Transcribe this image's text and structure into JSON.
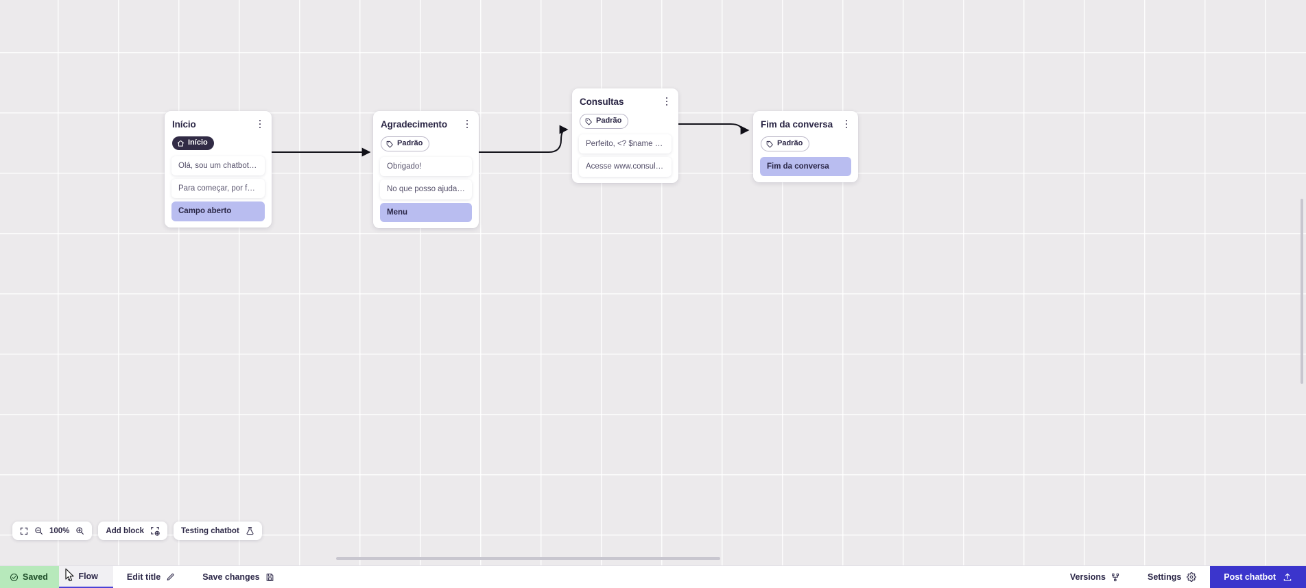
{
  "canvas": {
    "zoom_level": "100%",
    "nodes": [
      {
        "id": "inicio",
        "title": "Início",
        "badge": {
          "label": "Início",
          "icon": "home-icon",
          "style": "start"
        },
        "messages": [
          {
            "text": "Olá, sou um chatbot de teste!",
            "style": "plain"
          },
          {
            "text": "Para começar, por favor digite o ...",
            "style": "plain"
          },
          {
            "text": "Campo aberto",
            "style": "accent"
          }
        ]
      },
      {
        "id": "agradecimento",
        "title": "Agradecimento",
        "badge": {
          "label": "Padrão",
          "icon": "tag-icon",
          "style": "default"
        },
        "messages": [
          {
            "text": "Obrigado!",
            "style": "plain"
          },
          {
            "text": "No que posso ajudar, <? $name ...",
            "style": "plain"
          },
          {
            "text": "Menu",
            "style": "accent"
          }
        ]
      },
      {
        "id": "consultas",
        "title": "Consultas",
        "badge": {
          "label": "Padrão",
          "icon": "tag-icon",
          "style": "default"
        },
        "messages": [
          {
            "text": "Perfeito, <? $name ?>!",
            "style": "plain"
          },
          {
            "text": "Acesse www.consultas.com par...",
            "style": "plain"
          }
        ]
      },
      {
        "id": "fim",
        "title": "Fim da conversa",
        "badge": {
          "label": "Padrão",
          "icon": "tag-icon",
          "style": "default"
        },
        "messages": [
          {
            "text": "Fim da conversa",
            "style": "accent"
          }
        ]
      }
    ]
  },
  "toolbar": {
    "fit_icon": "fit-screen-icon",
    "zoom_out_icon": "zoom-out-icon",
    "zoom_level": "100%",
    "zoom_in_icon": "zoom-in-icon",
    "add_block_label": "Add block",
    "add_block_icon": "add-block-icon",
    "testing_label": "Testing chatbot",
    "testing_icon": "flask-icon"
  },
  "bottom_bar": {
    "saved_label": "Saved",
    "saved_icon": "check-circle-icon",
    "flow_tab_label": "Flow",
    "flow_tab_menu_icon": "kebab-icon",
    "edit_title_label": "Edit title",
    "edit_title_icon": "pencil-icon",
    "save_changes_label": "Save changes",
    "save_changes_icon": "floppy-disk-icon",
    "versions_label": "Versions",
    "versions_icon": "branch-icon",
    "settings_label": "Settings",
    "settings_icon": "gear-icon",
    "post_label": "Post chatbot",
    "post_icon": "upload-icon"
  },
  "colors": {
    "accent_blue": "#3b35cc",
    "saved_green": "#b7e9bb",
    "chip_lavender": "#b9bdf0",
    "node_dark": "#312b45",
    "canvas_bg": "#eceaec"
  }
}
